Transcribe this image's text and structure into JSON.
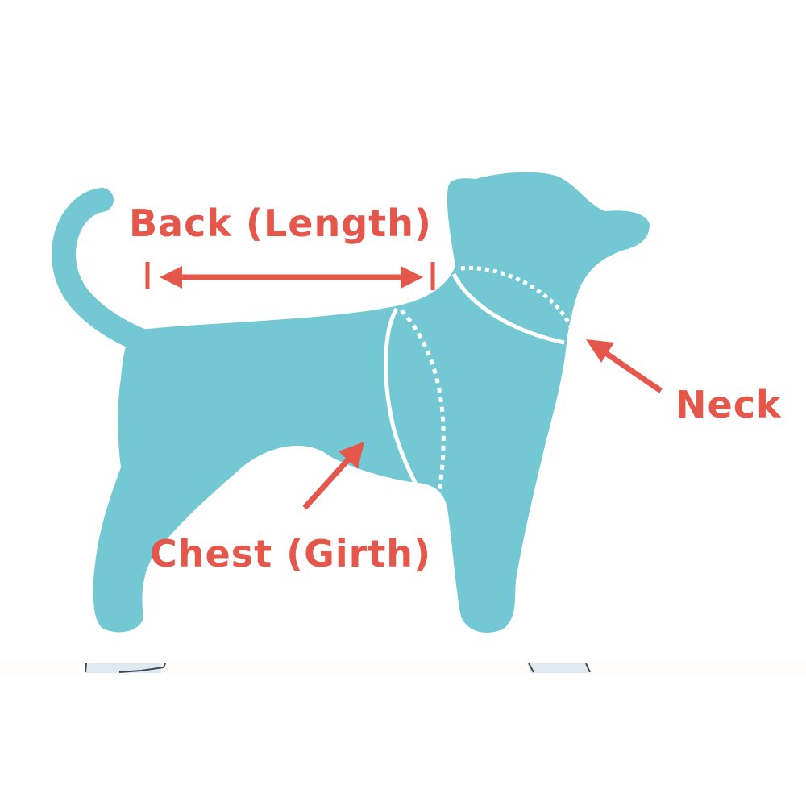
{
  "colors": {
    "dog": "#74c8d4",
    "annotation": "#e4574a",
    "guide_lines": "#ffffff"
  },
  "labels": {
    "back": "Back (Length)",
    "neck": "Neck",
    "chest": "Chest (Girth)"
  }
}
